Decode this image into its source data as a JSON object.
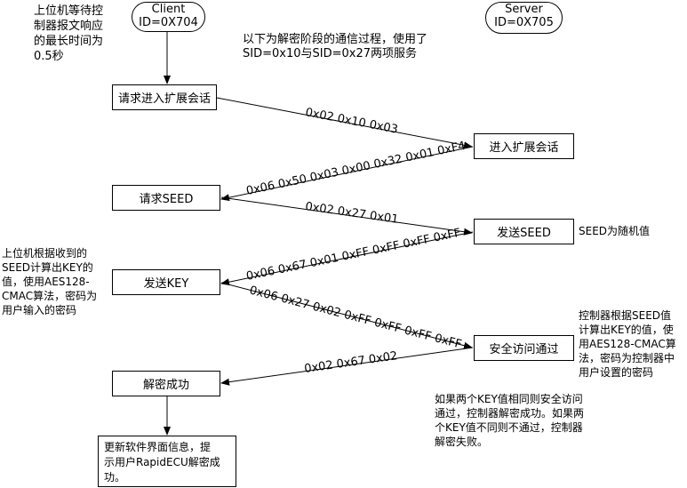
{
  "client": {
    "name": "Client",
    "id": "ID=0X704"
  },
  "server": {
    "name": "Server",
    "id": "ID=0X705"
  },
  "notes": {
    "wait_time": "上位机等待控\n制器报文响应\n的最长时间为\n0.5秒",
    "intro": "以下为解密阶段的通信过程，使用了\nSID=0x10与SID=0x27两项服务",
    "client_key": "上位机根据收到的\nSEED计算出KEY的\n值，使用AES128-\nCMAC算法，密码为\n用户输入的密码",
    "seed_random": "SEED为随机值",
    "server_key": "控制器根据SEED值\n计算出KEY的值，使\n用AES128-CMAC算\n法，密码为控制器中\n用户设置的密码",
    "result": "如果两个KEY值相同则安全访问\n通过，控制器解密成功。如果两\n个KEY值不同则不通过，控制器\n解密失败。"
  },
  "client_boxes": {
    "request_session": "请求进入扩展会话",
    "request_seed": "请求SEED",
    "send_key": "发送KEY",
    "decrypt_success": "解密成功",
    "update_ui": "更新软件界面信息，提\n示用户RapidECU解密成\n功。"
  },
  "server_boxes": {
    "enter_session": "进入扩展会话",
    "send_seed": "发送SEED",
    "security_access": "安全访问通过"
  },
  "messages": {
    "m1": "0x02 0x10 0x03",
    "m2": "0x06 0x50 0x03 0x00 0x32 0x01 0xF4",
    "m3": "0x02 0x27 0x01",
    "m4": "0x06 0x67 0x01 0xFF 0xFF 0xFF 0xFF",
    "m5": "0x06 0x27 0x02 0xFF 0xFF 0xFF 0xFF",
    "m6": "0x02 0x67 0x02"
  }
}
